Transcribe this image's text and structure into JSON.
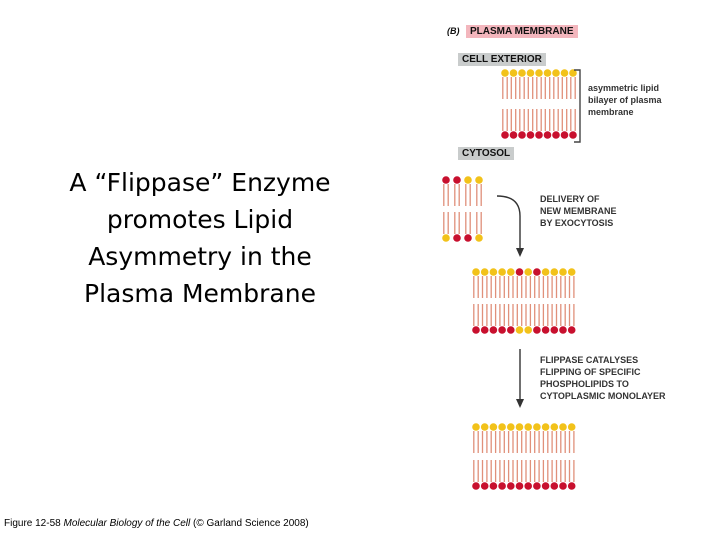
{
  "slide": {
    "title_lines": [
      "A “Flippase” Enzyme",
      "promotes Lipid",
      "Asymmetry in the",
      "Plasma Membrane"
    ],
    "caption_prefix": "Figure 12-58 ",
    "caption_book": "Molecular Biology of the Cell",
    "caption_suffix": " (© Garland Science 2008)"
  },
  "figure": {
    "panel_letter": "(B)",
    "panel_title": "PLASMA MEMBRANE",
    "cell_exterior": "CELL EXTERIOR",
    "cytosol": "CYTOSOL",
    "bracket_note": [
      "asymmetric lipid",
      "bilayer of plasma",
      "membrane"
    ],
    "step1_note": [
      "DELIVERY OF",
      "NEW MEMBRANE",
      "BY EXOCYTOSIS"
    ],
    "step2_note": [
      "FLIPPASE CATALYSES",
      "FLIPPING OF SPECIFIC",
      "PHOSPHOLIPIDS TO",
      "CYTOPLASMIC MONOLAYER"
    ],
    "colors": {
      "yellow_head": "#f2c21a",
      "red_head": "#c8102e",
      "lipid_tail": "#e0907a",
      "label_grey": "#c9cccc",
      "label_pink": "#f3b6bd"
    },
    "bilayers": [
      {
        "name": "plasma-membrane-bilayer",
        "top": [
          "Y",
          "Y",
          "Y",
          "Y",
          "Y",
          "Y",
          "Y",
          "Y",
          "Y"
        ],
        "bottom": [
          "R",
          "R",
          "R",
          "R",
          "R",
          "R",
          "R",
          "R",
          "R"
        ]
      },
      {
        "name": "vesicle-membrane-bilayer",
        "top": [
          "R",
          "R",
          "Y",
          "Y"
        ],
        "bottom": [
          "Y",
          "R",
          "R",
          "Y"
        ]
      },
      {
        "name": "fused-membrane-bilayer",
        "top": [
          "Y",
          "Y",
          "Y",
          "Y",
          "Y",
          "R",
          "Y",
          "R",
          "Y",
          "Y",
          "Y",
          "Y"
        ],
        "bottom": [
          "R",
          "R",
          "R",
          "R",
          "R",
          "Y",
          "Y",
          "R",
          "R",
          "R",
          "R",
          "R"
        ]
      },
      {
        "name": "flipped-membrane-bilayer",
        "top": [
          "Y",
          "Y",
          "Y",
          "Y",
          "Y",
          "Y",
          "Y",
          "Y",
          "Y",
          "Y",
          "Y",
          "Y"
        ],
        "bottom": [
          "R",
          "R",
          "R",
          "R",
          "R",
          "R",
          "R",
          "R",
          "R",
          "R",
          "R",
          "R"
        ]
      }
    ]
  }
}
